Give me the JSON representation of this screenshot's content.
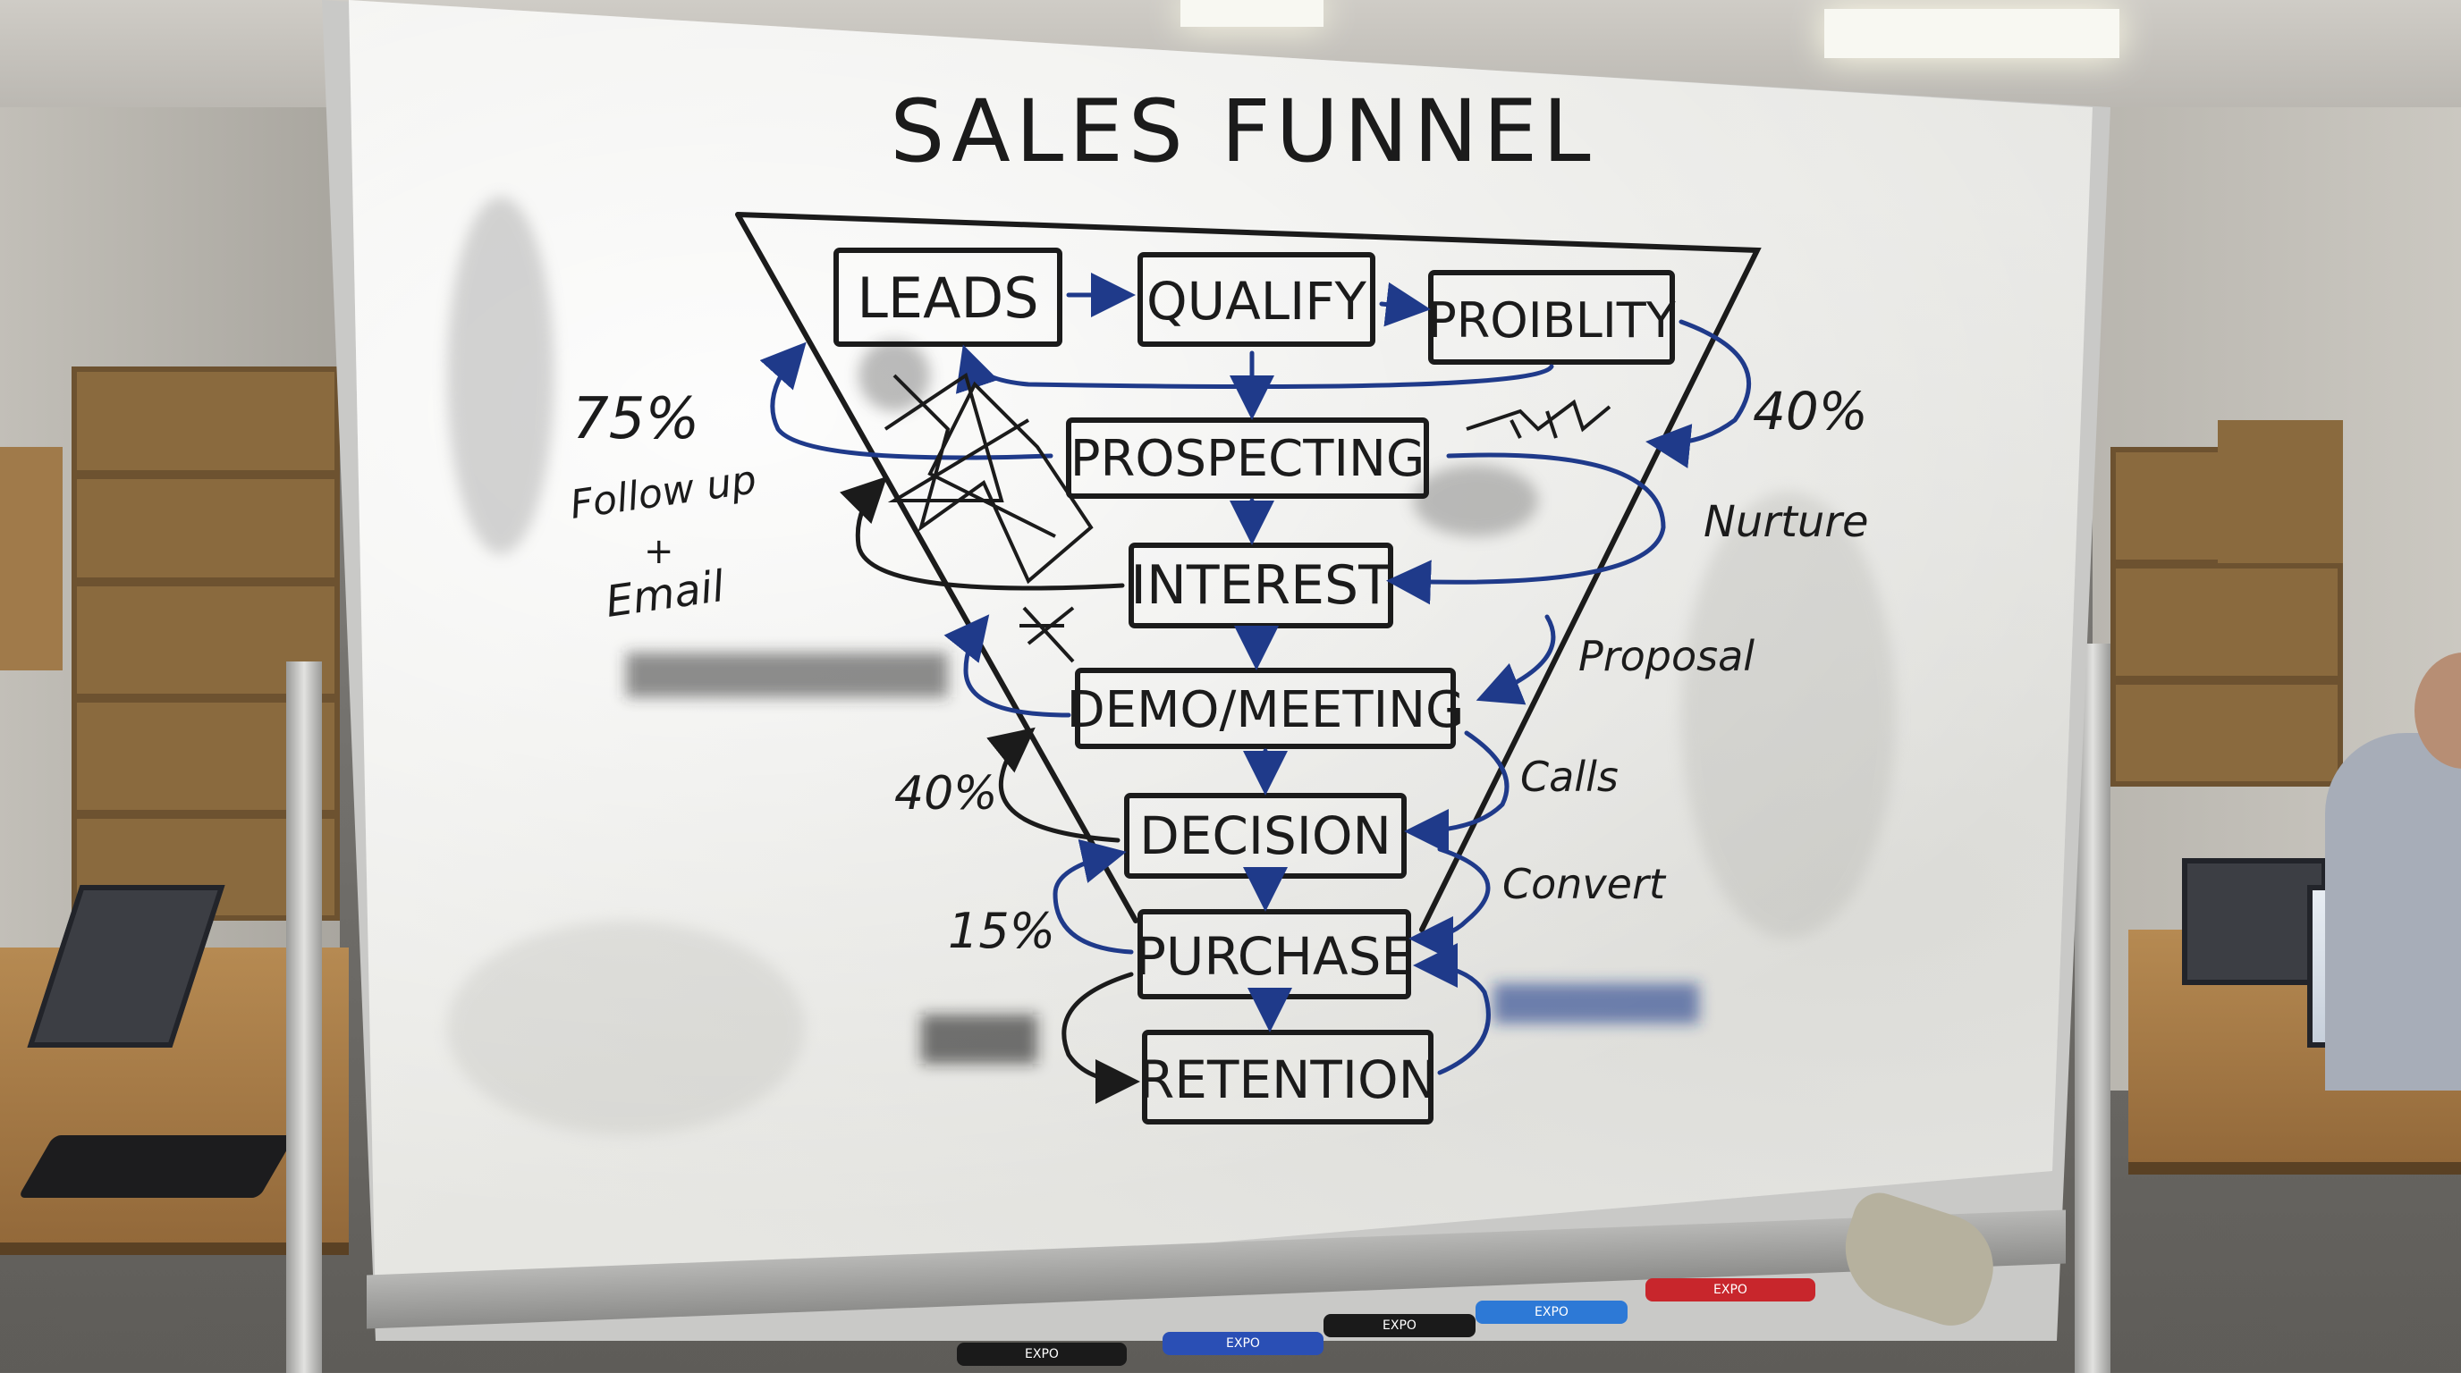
{
  "board": {
    "title": "SALES FUNNEL",
    "stages": {
      "leads": "LEADS",
      "qualify": "QUALIFY",
      "probility": "PROIBLITY",
      "prospecting": "PROSPECTING",
      "interest": "INTEREST",
      "demo": "DEMO/MEETING",
      "decision": "DECISION",
      "purchase": "PURCHASE",
      "retention": "RETENTION"
    },
    "notes": {
      "pct_75": "75%",
      "follow_up": "Follow up",
      "plus": "+",
      "email": "Email",
      "pct_40_right": "40%",
      "nurture": "Nurture",
      "proposal": "Proposal",
      "calls": "Calls",
      "convert": "Convert",
      "pct_40_left": "40%",
      "pct_15": "15%"
    },
    "colors": {
      "black_ink": "#1b1b1b",
      "blue_ink": "#1f3a8a",
      "board_white": "#ececea"
    }
  },
  "markers": {
    "brand": "EXPO"
  }
}
